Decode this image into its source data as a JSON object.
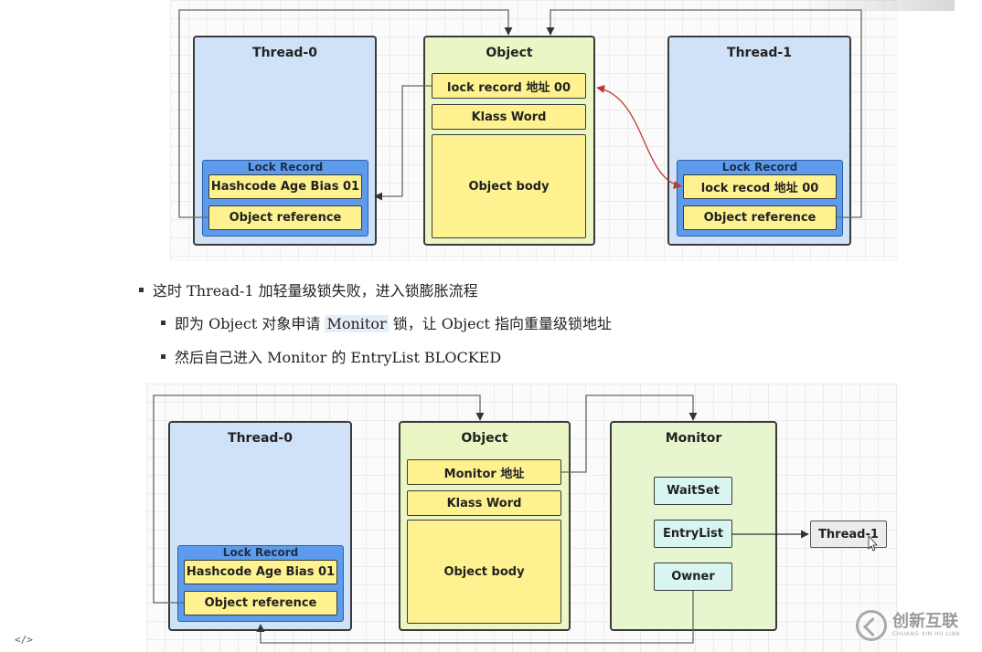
{
  "diagram1": {
    "thread0": {
      "title": "Thread-0",
      "lock_record_title": "Lock Record",
      "field1": "Hashcode Age Bias 01",
      "field2": "Object reference"
    },
    "object": {
      "title": "Object",
      "field1": "lock  record 地址 00",
      "field2": "Klass Word",
      "body": "Object body"
    },
    "thread1": {
      "title": "Thread-1",
      "lock_record_title": "Lock Record",
      "field1": "lock recod 地址 00",
      "field2": "Object reference"
    }
  },
  "bullets": {
    "main": "这时 Thread-1 加轻量级锁失败，进入锁膨胀流程",
    "sub1_prefix": "即为 Object 对象申请 ",
    "sub1_highlight": "Monitor",
    "sub1_suffix": " 锁，让 Object 指向重量级锁地址",
    "sub2": "然后自己进入 Monitor 的 EntryList BLOCKED"
  },
  "diagram2": {
    "thread0": {
      "title": "Thread-0",
      "lock_record_title": "Lock Record",
      "field1": "Hashcode Age Bias 01",
      "field2": "Object reference"
    },
    "object": {
      "title": "Object",
      "field1": "Monitor 地址",
      "field2": "Klass Word",
      "body": "Object body"
    },
    "monitor": {
      "title": "Monitor",
      "waitset": "WaitSet",
      "entrylist": "EntryList",
      "owner": "Owner"
    },
    "blocked_thread": "Thread-1"
  },
  "watermark": {
    "main": "创新互联",
    "sub": "CHUANG XIN HU LIAN"
  },
  "footer": {
    "code_icon": "</>"
  },
  "colors": {
    "thread_box": "#cfe2f8",
    "object_box": "#eaf7c4",
    "lock_record_block": "#5d9cec",
    "field_yellow": "#fdf28f",
    "monitor_field": "#d8f5f2",
    "red_arrow": "#c0392b"
  }
}
